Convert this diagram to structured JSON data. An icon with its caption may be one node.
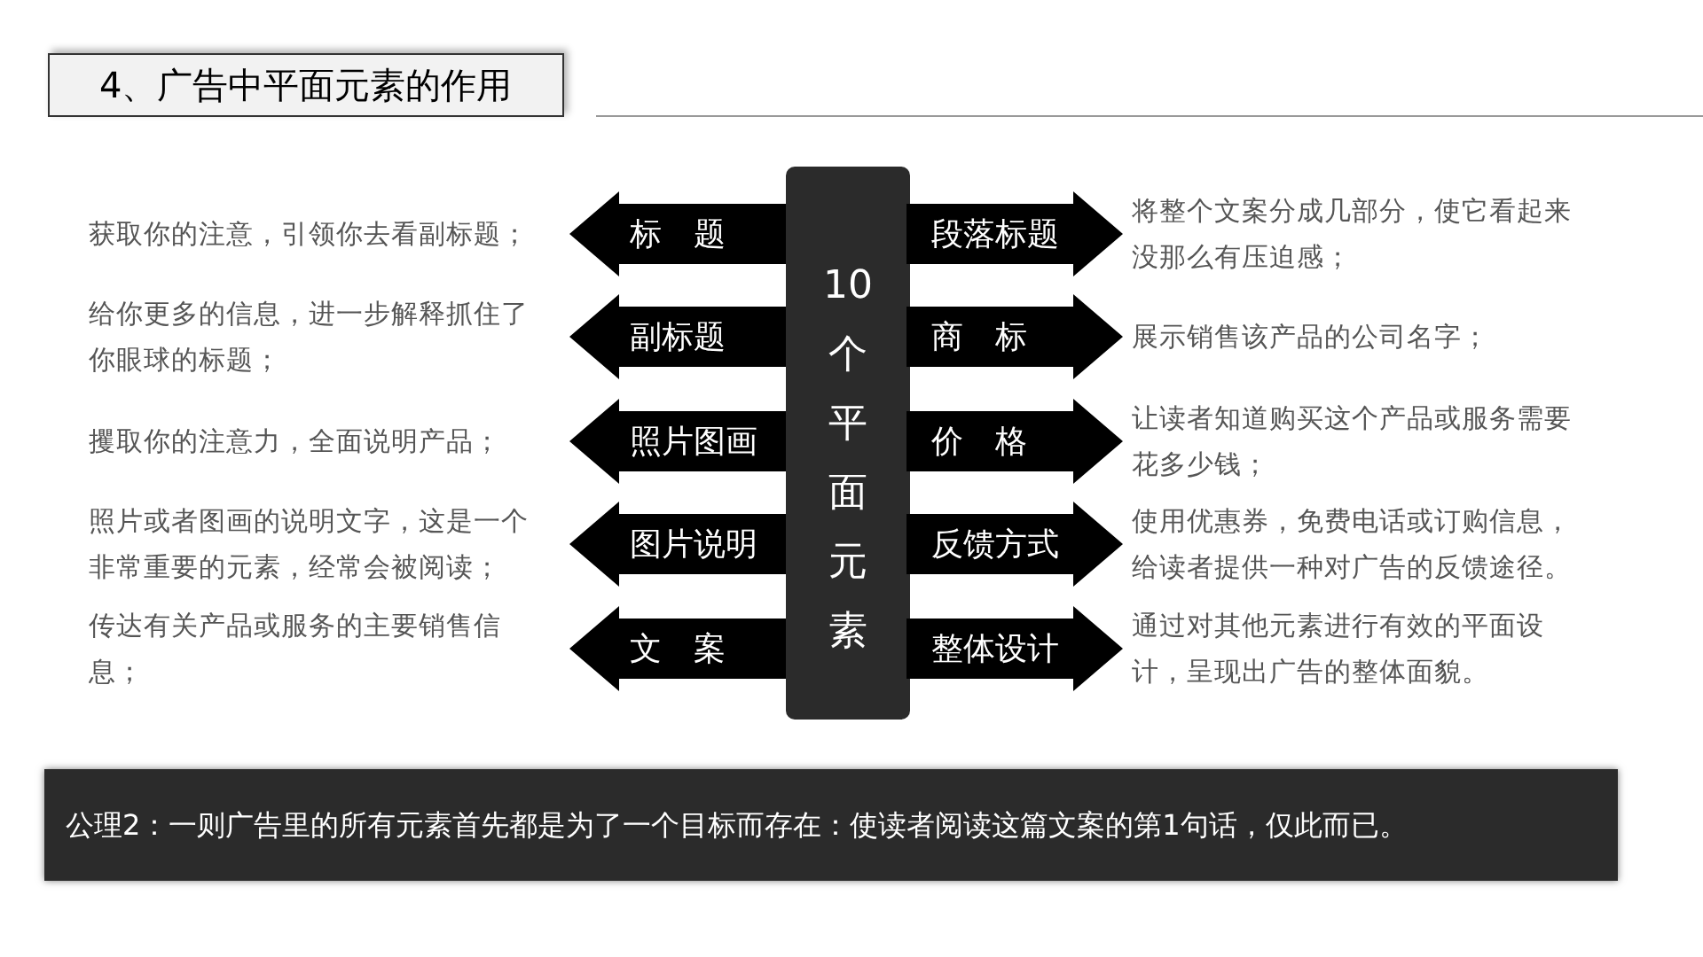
{
  "diagram": {
    "title": "4、广告中平面元素的作用",
    "nodes": [
      {
        "text": [
          "10个平面元素"
        ]
      },
      {
        "text": [
          "标　题"
        ],
        "beside": [
          "获取你的注意，引领你去看副标题；"
        ]
      },
      {
        "text": [
          "副标题"
        ],
        "beside": [
          "给你更多的信息，进一步解释抓住了你眼球的标题；"
        ]
      },
      {
        "text": [
          "照片图画"
        ],
        "beside": [
          "攫取你的注意力，全面说明产品；"
        ]
      },
      {
        "text": [
          "图片说明"
        ],
        "beside": [
          "照片或者图画的说明文字，这是一个非常重要的元素，经常会被阅读；"
        ]
      },
      {
        "text": [
          "文　案"
        ],
        "beside": [
          "传达有关产品或服务的主要销售信息；"
        ]
      },
      {
        "text": [
          "段落标题"
        ],
        "beside": [
          "将整个文案分成几部分，使它看起来没那么有压迫感；"
        ]
      },
      {
        "text": [
          "商　标"
        ],
        "beside": [
          "展示销售该产品的公司名字；"
        ]
      },
      {
        "text": [
          "价　格"
        ],
        "beside": [
          "让读者知道购买这个产品或服务需要花多少钱；"
        ]
      },
      {
        "text": [
          "反馈方式"
        ],
        "beside": [
          "使用优惠券，免费电话或订购信息，给读者提供一种对广告的反馈途径。"
        ]
      },
      {
        "text": [
          "整体设计"
        ],
        "beside": [
          "通过对其他元素进行有效的平面设计，呈现出广告的整体面貌。"
        ]
      },
      {
        "text": [
          "公理2：一则广告里的所有元素首先都是为了一个目标而存在：使读者阅读这篇文案的第1句话，仅此而已。"
        ]
      }
    ]
  }
}
